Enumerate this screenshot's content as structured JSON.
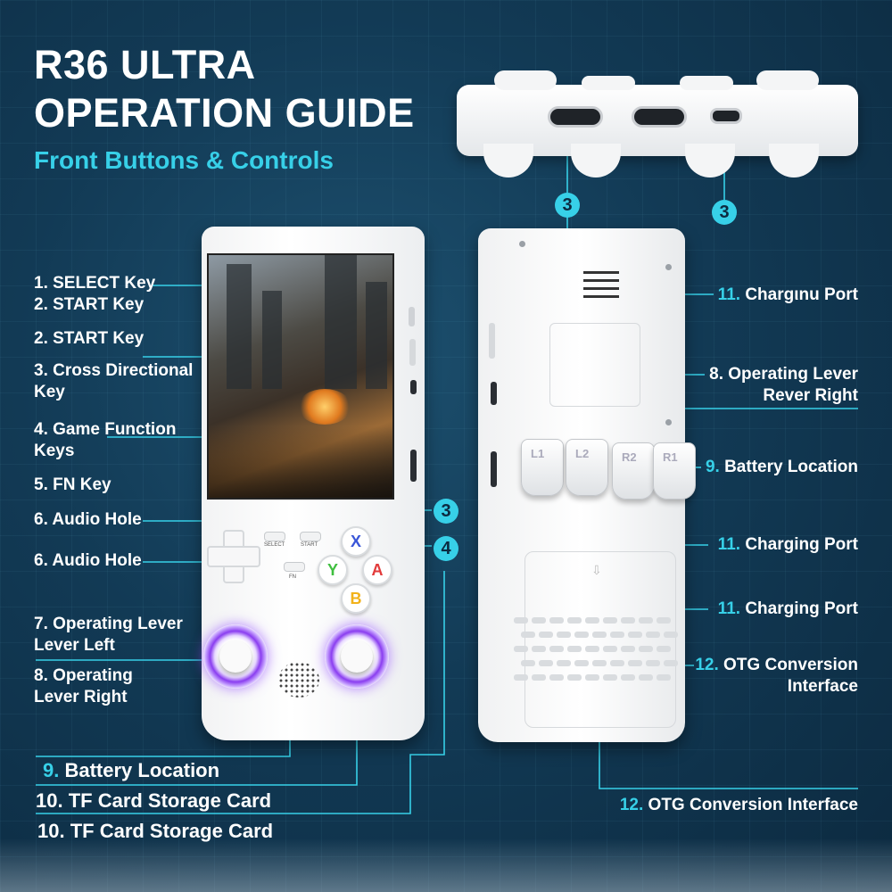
{
  "title_line1": "R36 ULTRA",
  "title_line2": "OPERATION GUIDE",
  "subtitle": "Front Buttons & Controls",
  "callouts": {
    "top_left": "3",
    "top_right": "3",
    "front_mid": "3",
    "front_face": "4"
  },
  "front_labels": {
    "select": {
      "n": "1.",
      "t": " SELECT Key"
    },
    "start1": {
      "n": "2.",
      "t": " START Key"
    },
    "start2": {
      "n": "2.",
      "t": " START Key"
    },
    "cross1": {
      "n": "3.",
      "t": " Cross Directional"
    },
    "cross2": "Key",
    "game1": {
      "n": "4.",
      "t": " Game Function"
    },
    "game2": "Keys",
    "fn": {
      "n": "5.",
      "t": " FN Key"
    },
    "audio1": {
      "n": "6.",
      "t": " Audio Hole"
    },
    "audio2": {
      "n": "6.",
      "t": " Audio Hole"
    },
    "lever_left1": {
      "n": "7.",
      "t": " Operating Lever"
    },
    "lever_left2": "Lever Left",
    "lever_right1": {
      "n": "8.",
      "t": " Operating"
    },
    "lever_right2": "Lever Right"
  },
  "bottom_labels": {
    "battery": {
      "n": "9.",
      "t": " Battery Location"
    },
    "tf1": {
      "n": "10.",
      "t": " TF Card Storage Card"
    },
    "tf2": {
      "n": "10.",
      "t": " TF Card Storage Card"
    }
  },
  "back_labels": {
    "charging1": {
      "n": "11.",
      "t": " Chargιnu Port"
    },
    "op_lever1": {
      "n": "8.",
      "t": " Operating Lever"
    },
    "op_lever2": "Rever Right",
    "battery": {
      "n": "9.",
      "t": " Battery Location"
    },
    "charging2": {
      "n": "11.",
      "t": " Charging Port"
    },
    "charging3": {
      "n": "11.",
      "t": " Charging Port"
    },
    "otg1": {
      "n": "12.",
      "t": " OTG Conversion"
    },
    "otg2": "Interface",
    "otg_bottom": {
      "n": "12.",
      "t": " OTG Conversion Interface"
    }
  },
  "face_buttons": {
    "x": "X",
    "y": "Y",
    "a": "A",
    "b": "B"
  },
  "small_buttons": {
    "select": "SELECT",
    "start": "START",
    "fn": "FN"
  },
  "triggers": [
    "L1",
    "L2",
    "R2",
    "R1"
  ],
  "colors": {
    "accent": "#37d0e8",
    "x": "#3a56d8",
    "y": "#3fbf3f",
    "a": "#e23a3a",
    "b": "#f2b21a",
    "glow": "#8a3df0"
  }
}
